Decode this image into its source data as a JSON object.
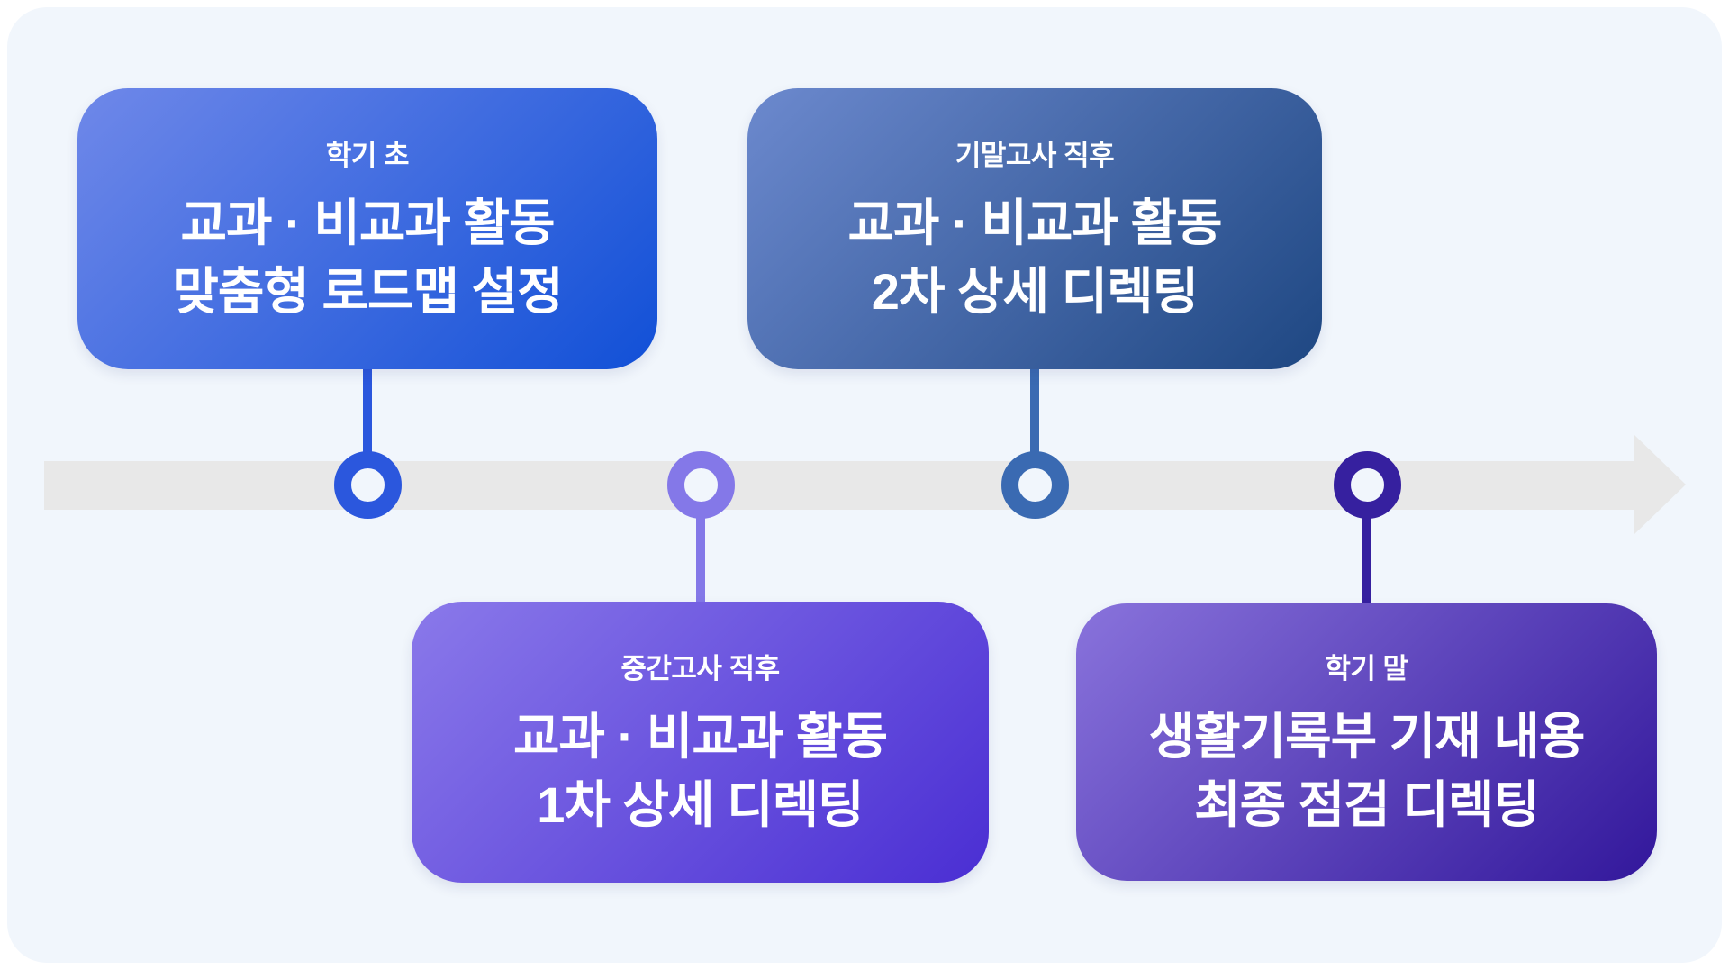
{
  "page": {
    "background": "#ffffff",
    "panel_background": "#f1f6fc"
  },
  "timeline": {
    "bar_color": "#e8e8e8",
    "arrowhead_color": "#e8e8e8",
    "direction": "left-to-right"
  },
  "cards": [
    {
      "label": "학기 초",
      "line1": "교과 · 비교과 활동",
      "line2": "맞춤형 로드맵 설정",
      "gradient_from": "#6f88e9",
      "gradient_to": "#1150d7",
      "node_color": "#2b57dd",
      "node_position": "top"
    },
    {
      "label": "기말고사 직후",
      "line1": "교과 · 비교과 활동",
      "line2": "2차 상세 디렉팅",
      "gradient_from": "#6c89ce",
      "gradient_to": "#1e4782",
      "node_color": "#3a6ab2",
      "node_position": "top"
    },
    {
      "label": "중간고사 직후",
      "line1": "교과 · 비교과 활동",
      "line2": "1차 상세 디렉팅",
      "gradient_from": "#8a79ea",
      "gradient_to": "#4a2ed3",
      "node_color": "#8478e8",
      "node_position": "bottom"
    },
    {
      "label": "학기 말",
      "line1": "생활기록부 기재 내용",
      "line2": "최종 점검 디렉팅",
      "gradient_from": "#8973dc",
      "gradient_to": "#32179b",
      "node_color": "#36209f",
      "node_position": "bottom"
    }
  ]
}
